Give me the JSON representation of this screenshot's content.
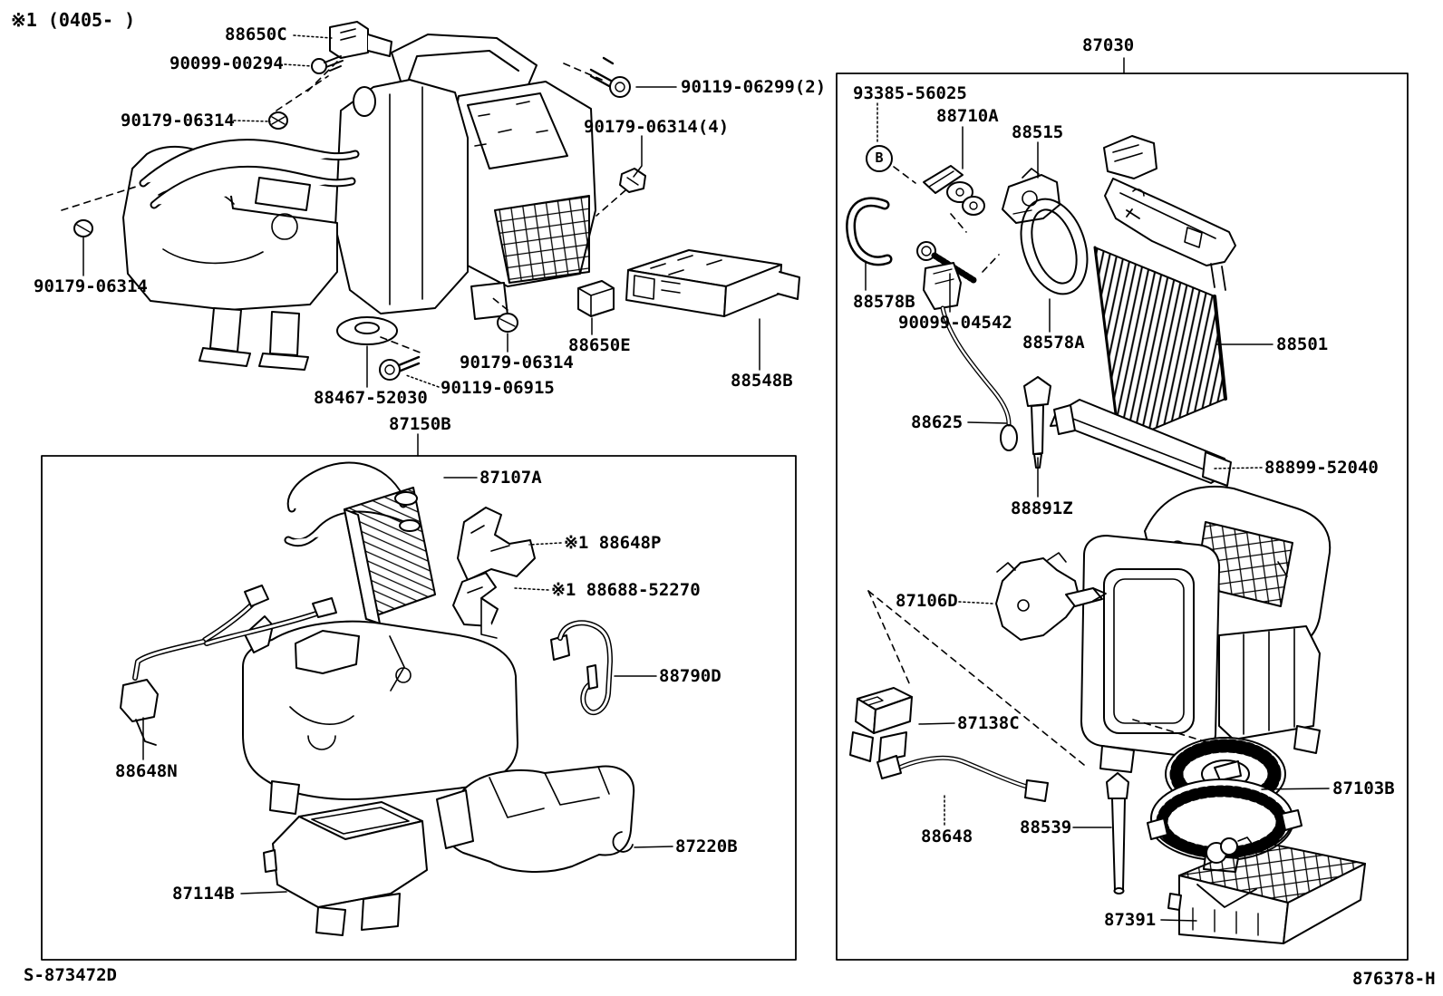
{
  "page": {
    "note": "※1 (0405-      )",
    "footer_left": "S-873472D",
    "footer_right": "876378-H"
  },
  "boxes": {
    "left_label": "87150B",
    "right_label": "87030"
  },
  "circled_letter": "B",
  "callouts": {
    "relay": "88650C",
    "screw_00294": "90099-00294",
    "nut_top": "90179-06314",
    "screw_06299": "90119-06299(2)",
    "nut_4x": "90179-06314(4)",
    "nut_left": "90179-06314",
    "packing": "88467-52030",
    "screw_06915": "90119-06915",
    "nut_mid": "90179-06314",
    "resistor": "88650E",
    "amplifier": "88548B",
    "heater_core": "87107A",
    "clamp_88648p": "※1 88648P",
    "clamp_88688": "※1 88688-52270",
    "wire_88790d": "88790D",
    "wire_88648n": "88648N",
    "duct_87114b": "87114B",
    "duct_87220b": "87220B",
    "bolt_93385": "93385-56025",
    "valve_88710a": "88710A",
    "valve_88515": "88515",
    "clip_88578b": "88578B",
    "bolt_04542": "90099-04542",
    "oring_88578a": "88578A",
    "evaporator": "88501",
    "drain_88899": "88899-52040",
    "wire_88625": "88625",
    "sensor_88891z": "88891Z",
    "servo_87106d": "87106D",
    "connector_87138c": "87138C",
    "wire_88648": "88648",
    "tube_88539": "88539",
    "blower_87103b": "87103B",
    "case_87391": "87391"
  }
}
